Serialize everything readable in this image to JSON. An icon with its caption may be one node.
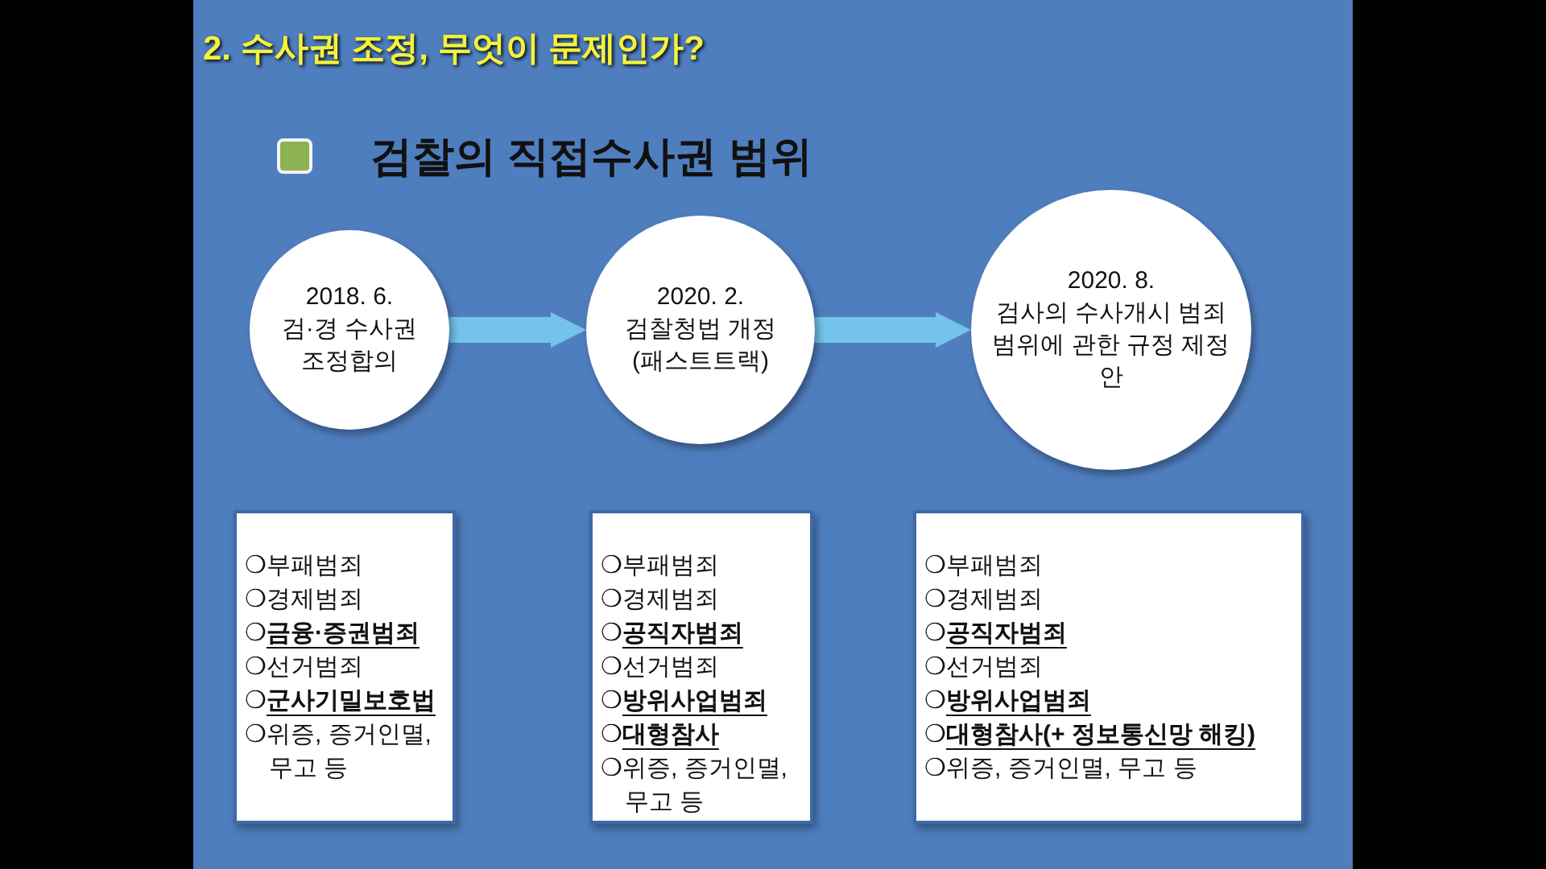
{
  "diagram": {
    "title": "2. 수사권 조정, 무엇이 문제인가?",
    "nodes": [
      {
        "text": [
          "2018. 6.",
          "검·경 수사권 조정합의"
        ]
      },
      {
        "text": [
          "2020. 2.",
          "검찰청법 개정 (패스트트랙)"
        ]
      },
      {
        "text": [
          "2020. 8.",
          "검사의 수사개시 범죄범위에 관한 규정 제정안"
        ]
      },
      {
        "text": [
          "❍부패범죄",
          "❍경제범죄",
          "❍**금융·증권범죄**",
          "❍선거범죄",
          "❍**군사기밀보호법**",
          "❍위증, 증거인멸, 무고 등"
        ]
      },
      {
        "text": [
          "❍부패범죄",
          "❍경제범죄",
          "❍**공직자범죄**",
          "❍선거범죄",
          "❍**방위사업범죄**",
          "❍**대형참사**",
          "❍위증, 증거인멸, 무고 등"
        ]
      },
      {
        "text": [
          "❍부패범죄",
          "❍경제범죄",
          "❍**공직자범죄**",
          "❍선거범죄",
          "❍**방위사업범죄**",
          "❍**대형참사(+ 정보통신망 해킹)**",
          "❍위증, 증거인멸, 무고 등"
        ]
      }
    ],
    "edges": [
      {
        "from": 0,
        "to": 1,
        "arrow": "to"
      },
      {
        "from": 1,
        "to": 2,
        "arrow": "to"
      }
    ],
    "labels": [
      "검찰의 직접수사권 범위"
    ]
  }
}
